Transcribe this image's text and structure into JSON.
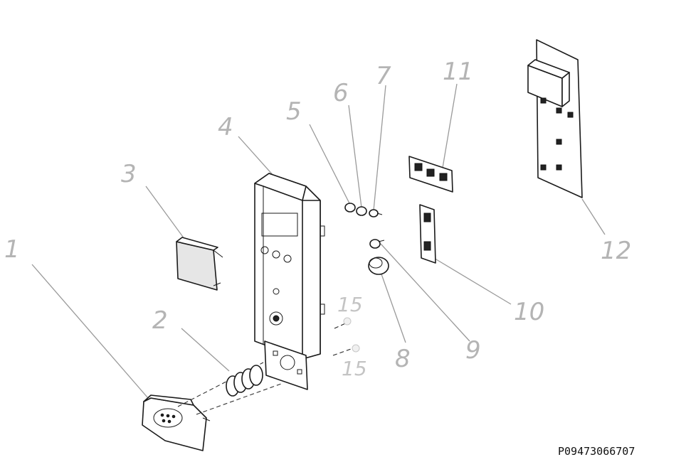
{
  "callouts": {
    "c1": "1",
    "c2": "2",
    "c3": "3",
    "c4": "4",
    "c5": "5",
    "c6": "6",
    "c7": "7",
    "c8": "8",
    "c9": "9",
    "c10": "10",
    "c11": "11",
    "c12": "12",
    "c15a": "15",
    "c15b": "15"
  },
  "drawing_code": "P09473066707"
}
